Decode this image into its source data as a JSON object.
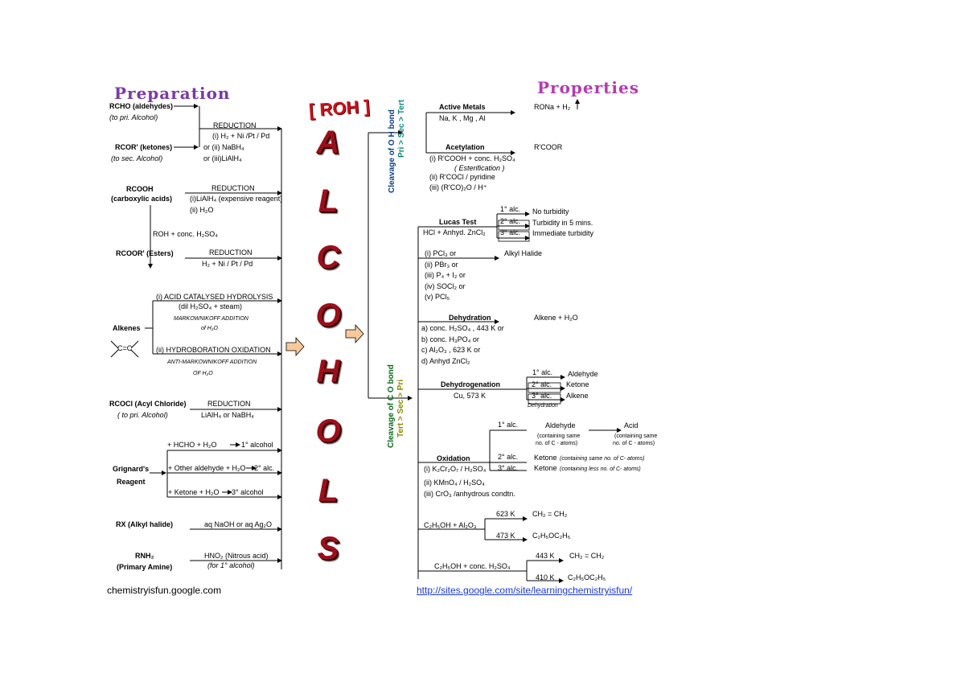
{
  "titles": {
    "preparation": "Preparation",
    "properties": "Properties",
    "roh": "[ ROH ]",
    "alcohols_letters": [
      "A",
      "L",
      "C",
      "O",
      "H",
      "O",
      "L",
      "S"
    ]
  },
  "prep": {
    "rcho": "RCHO (aldehydes)",
    "rcho_note": "(to pri. Alcohol)",
    "rcor": "RCOR' (ketones)",
    "rcor_note": "(to sec. Alcohol)",
    "red1_title": "REDUCTION",
    "red1_l1": "(i) H₂ + Ni /Pt / Pd",
    "red1_l2": "or  (ii) NaBH₄",
    "red1_l3": "or  (iii)LiAlH₄",
    "rcooh": "RCOOH",
    "rcooh_sub": "(carboxylic  acids)",
    "red2_title": "REDUCTION",
    "red2_l1": "(i)LiAlH₄ (expensive reagent)",
    "red2_l2": "(ii) H₂O",
    "ester_step": "ROH + conc. H₂SO₄",
    "rcoor": "RCOOR' (Esters)",
    "red3_title": "REDUCTION",
    "red3_l1": "H₂ + Ni / Pt / Pd",
    "alkenes": "Alkenes",
    "alkene_struct": "C=C",
    "acid_title": "(i)  ACID  CATALYSED HYDROLYSIS",
    "acid_l1": "(dil  H₂SO₄ + steam)",
    "acid_n1": "MARKOWNIKOFF ADDITION",
    "acid_n2": "of  H₂O",
    "hydro_title": "(ii) HYDROBORATION OXIDATION",
    "hydro_n1": "ANTI-MARKOWNIKOFF ADDITION",
    "hydro_n2": "OF  H₂O",
    "rcocl": "RCOCl (Acyl Chloride)",
    "rcocl_note": "( to pri. Alcohol)",
    "red4_title": "REDUCTION",
    "red4_l1": "LiAlH₄  or  NaBH₄",
    "grignard": "Grignard's",
    "reagent": "Reagent",
    "g1": "+ HCHO  +  H₂O",
    "g1_r": "1° alcohol",
    "g2": "+ Other aldehyde + H₂O",
    "g2_r": "2° alc.",
    "g3": "+ Ketone + H₂O",
    "g3_r": "3° alcohol",
    "rx": "RX (Alkyl  halide)",
    "rx_reag": "aq NaOH  or  aq Ag₂O",
    "rnh2": "RNH₂",
    "rnh2_sub": "(Primary  Amine)",
    "rnh2_reag": "HNO₂ (Nitrous acid)",
    "rnh2_note": "(for  1°  alcohol)"
  },
  "props": {
    "oh_cleave1": "Cleavage  of O H  bond",
    "oh_cleave2": "Pri > Sec > Tert",
    "co_cleave1": "Cleavage  of C  O bond",
    "co_cleave2": "Tert > Sec > Pri",
    "active_title": "Active  Metals",
    "active_l1": "Na, K , Mg , Al",
    "active_prod": "RONa  +  H₂",
    "acet_title": "Acetylation",
    "acet_l1": "(i) R'COOH +  conc. H₂SO₄",
    "acet_l2": "( Esterification )",
    "acet_l3": "(ii) R'COCl / pyridine",
    "acet_l4": "(iii) (R'CO)₂O / H⁺",
    "acet_prod": "R'COOR",
    "lucas_title": "Lucas  Test",
    "lucas_l1": "HCl + Anhyd. ZnCl₂",
    "lucas_1": "1° alc.",
    "lucas_2": "2° alc.",
    "lucas_3": "3° alc.",
    "lucas_r1": "No  turbidity",
    "lucas_r2": "Turbidity  in  5 mins.",
    "lucas_r3": "Immediate turbidity",
    "hal_l1": "(i) PCl₃     or",
    "hal_l2": "(ii) PBr₃     or",
    "hal_l3": "(iii) P₄ + I₂  or",
    "hal_l4": "(iv) SOCl₂   or",
    "hal_l5": "(v) PCl₅",
    "hal_prod": "Alkyl  Halide",
    "dehyd_title": "Dehydration",
    "dehyd_l1": "a) conc. H₂SO₄ , 443  K  or",
    "dehyd_l2": "b) conc. H₃PO₄   or",
    "dehyd_l3": "c) Al₂O₃ , 623 K  or",
    "dehyd_l4": "d) Anhyd  ZnCl₂",
    "dehyd_prod": "Alkene  +  H₂O",
    "dehydro_title": "Dehydrogenation",
    "dehydro_l1": "Cu, 573 K",
    "dehydro_1": "1° alc.",
    "dehydro_2": "2°  alc.",
    "dehydro_3": "3°  alc.",
    "dehydro_r1": "Aldehyde",
    "dehydro_r2": "Ketone",
    "dehydro_r3": "Alkene",
    "dehydro_note": "Dehydration",
    "ox_title": "Oxidation",
    "ox_l1": "(i) K₂Cr₂O₇ / H₂SO₄",
    "ox_l2": "(ii) KMnO₄ / H₂SO₄",
    "ox_l3": "(iii) CrO₃ /anhydrous condtn.",
    "ox_1": "1° alc.",
    "ox_2": "2°  alc.",
    "ox_3": "3°  alc.",
    "ox_ald": "Aldehyde",
    "ox_ald_n1": "(containing same",
    "ox_ald_n2": "no. of C - atoms)",
    "ox_acid": "Acid",
    "ox_acid_n1": "(containing same",
    "ox_acid_n2": "no. of C - atoms)",
    "ox_ket1": "Ketone",
    "ox_ket1_n": "(containing same no. of C- atoms)",
    "ox_ket2": "Ketone",
    "ox_ket2_n": "(containing  less no.  of  C- atoms)",
    "al_l1": "C₂H₅OH  +  Al₂O₃",
    "al_t1": "623 K",
    "al_p1": "CH₂ = CH₂",
    "al_t2": "473  K",
    "al_p2": "C₂H₅OC₂H₅",
    "su_l1": "C₂H₅OH  +  conc. H₂SO₄",
    "su_t1": "443 K",
    "su_p1": "CH₂ = CH₂",
    "su_t2": "410 K",
    "su_p2": "C₂H₅OC₂H₅"
  },
  "footer": {
    "left": "chemistryisfun.google.com",
    "right": "http://sites.google.com/site/learningchemistryisfun/"
  },
  "colors": {
    "alcohols": "#9b0f1b",
    "roh": "#c8141f",
    "oh_bond": "#0a3d8a",
    "oh_order": "#0a8a7a",
    "co_bond": "#0a6a1a",
    "co_order": "#8a8a00",
    "arrow_fill": "#f7c99a",
    "link": "#1a37d6"
  }
}
